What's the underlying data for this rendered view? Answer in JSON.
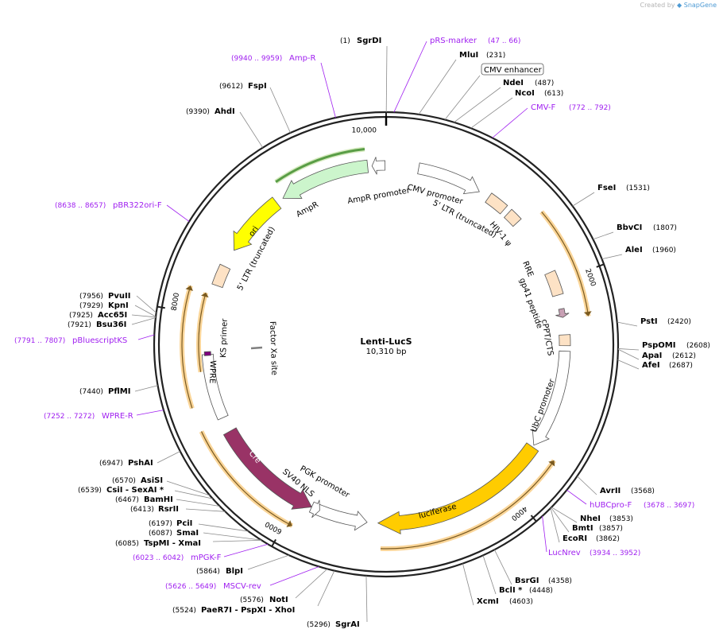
{
  "credit": {
    "prefix": "Created by",
    "brand": "SnapGene"
  },
  "plasmid": {
    "name": "Lenti-LucS",
    "length_text": "10,310 bp",
    "length": 10310
  },
  "ticks": [
    {
      "pos": 0,
      "label": "10,000"
    },
    {
      "pos": 2000,
      "label": "2000"
    },
    {
      "pos": 4000,
      "label": "4000"
    },
    {
      "pos": 6000,
      "label": "6000"
    },
    {
      "pos": 8000,
      "label": "8000"
    }
  ],
  "sites": [
    {
      "name": "SgrDI",
      "pos_text": "(1)"
    },
    {
      "name": "MluI",
      "pos_text": "(231)"
    },
    {
      "name": "NdeI",
      "pos_text": "(487)"
    },
    {
      "name": "NcoI",
      "pos_text": "(613)"
    },
    {
      "name": "FseI",
      "pos_text": "(1531)"
    },
    {
      "name": "BbvCI",
      "pos_text": "(1807)"
    },
    {
      "name": "AleI",
      "pos_text": "(1960)"
    },
    {
      "name": "PstI",
      "pos_text": "(2420)"
    },
    {
      "name": "PspOMI",
      "pos_text": "(2608)"
    },
    {
      "name": "ApaI",
      "pos_text": "(2612)"
    },
    {
      "name": "AfeI",
      "pos_text": "(2687)"
    },
    {
      "name": "AvrII",
      "pos_text": "(3568)"
    },
    {
      "name": "NheI",
      "pos_text": "(3853)"
    },
    {
      "name": "BmtI",
      "pos_text": "(3857)"
    },
    {
      "name": "EcoRI",
      "pos_text": "(3862)"
    },
    {
      "name": "BsrGI",
      "pos_text": "(4358)"
    },
    {
      "name": "BclI *",
      "pos_text": "(4448)"
    },
    {
      "name": "XcmI",
      "pos_text": "(4603)"
    },
    {
      "name": "SgrAI",
      "pos_text": "(5296)"
    },
    {
      "name": "PaeR7I  - PspXI  - XhoI",
      "pos_text": "(5524)"
    },
    {
      "name": "NotI",
      "pos_text": "(5576)"
    },
    {
      "name": "BlpI",
      "pos_text": "(5864)"
    },
    {
      "name": "TspMI  - XmaI",
      "pos_text": "(6085)"
    },
    {
      "name": "SmaI",
      "pos_text": "(6087)"
    },
    {
      "name": "PciI",
      "pos_text": "(6197)"
    },
    {
      "name": "RsrII",
      "pos_text": "(6413)"
    },
    {
      "name": "BamHI",
      "pos_text": "(6467)"
    },
    {
      "name": "CsiI  - SexAI *",
      "pos_text": "(6539)"
    },
    {
      "name": "AsiSI",
      "pos_text": "(6570)"
    },
    {
      "name": "PshAI",
      "pos_text": "(6947)"
    },
    {
      "name": "PflMI",
      "pos_text": "(7440)"
    },
    {
      "name": "Bsu36I",
      "pos_text": "(7921)"
    },
    {
      "name": "Acc65I",
      "pos_text": "(7925)"
    },
    {
      "name": "KpnI",
      "pos_text": "(7929)"
    },
    {
      "name": "PvuII",
      "pos_text": "(7956)"
    },
    {
      "name": "AhdI",
      "pos_text": "(9390)"
    },
    {
      "name": "FspI",
      "pos_text": "(9612)"
    }
  ],
  "primers": [
    {
      "name": "pRS-marker",
      "pos_text": "(47 .. 66)"
    },
    {
      "name": "CMV-F",
      "pos_text": "(772 .. 792)"
    },
    {
      "name": "hUBCpro-F",
      "pos_text": "(3678 .. 3697)"
    },
    {
      "name": "LucNrev",
      "pos_text": "(3934 .. 3952)"
    },
    {
      "name": "MSCV-rev",
      "pos_text": "(5626 .. 5649)"
    },
    {
      "name": "mPGK-F",
      "pos_text": "(6023 .. 6042)"
    },
    {
      "name": "WPRE-R",
      "pos_text": "(7252 .. 7272)"
    },
    {
      "name": "pBluescriptKS",
      "pos_text": "(7791 .. 7807)"
    },
    {
      "name": "pBR322ori-F",
      "pos_text": "(8638 .. 8657)"
    },
    {
      "name": "Amp-R",
      "pos_text": "(9940 .. 9959)"
    }
  ],
  "features": [
    {
      "name": "CMV enhancer",
      "color": "#ffffff",
      "boxed": true
    },
    {
      "name": "CMV promoter",
      "color": "#ffffff"
    },
    {
      "name": "5' LTR (truncated)",
      "color": "#fde2c5"
    },
    {
      "name": "HIV-1 ψ",
      "color": "#fde2c5"
    },
    {
      "name": "RRE",
      "color": "#fde2c5"
    },
    {
      "name": "gp41 peptide",
      "color": "#c8a0b4"
    },
    {
      "name": "cPPT/CTS",
      "color": "#fde2c5"
    },
    {
      "name": "UbC promoter",
      "color": "#ffffff"
    },
    {
      "name": "luciferase",
      "color": "#ffcc00"
    },
    {
      "name": "PGK promoter",
      "color": "#ffffff"
    },
    {
      "name": "SV40 NLS",
      "color": "#ffffff"
    },
    {
      "name": "Cre",
      "color": "#993366"
    },
    {
      "name": "Factor Xa site",
      "color": "#7f7f7f"
    },
    {
      "name": "KS primer",
      "color": "#800080"
    },
    {
      "name": "WPRE",
      "color": "#ffffff"
    },
    {
      "name": "5' LTR (truncated)",
      "color": "#fde2c5"
    },
    {
      "name": "ori",
      "color": "#ffff00"
    },
    {
      "name": "AmpR",
      "color": "#ccf5cc"
    },
    {
      "name": "AmpR promoter",
      "color": "#ffffff"
    }
  ],
  "orf_color": "#f4a21a",
  "colors": {
    "enzyme": "#000000",
    "primer": "#a020f0"
  }
}
